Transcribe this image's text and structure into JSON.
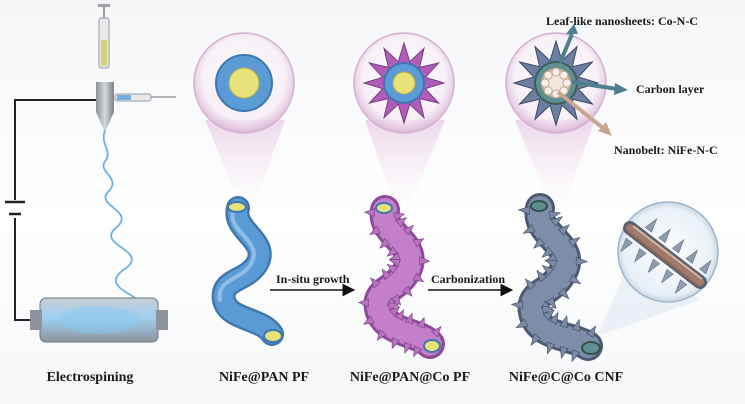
{
  "stages": {
    "electrospinning": "Electrospining",
    "pan_fiber": "NiFe@PAN PF",
    "co_fiber": "NiFe@PAN@Co PF",
    "cnf": "NiFe@C@Co CNF"
  },
  "steps": {
    "growth": "In-situ growth",
    "carbonization": "Carbonization"
  },
  "annotations": {
    "leaf": "Leaf-like nanosheets: Co-N-C",
    "carbon": "Carbon layer",
    "nanobelt": "Nanobelt: NiFe-N-C"
  },
  "colors": {
    "pan_blue": "#5b9bd5",
    "nife_core": "#e8e27a",
    "co_purple": "#b05cb8",
    "cnf_gray": "#6f7f96",
    "arrow_teal": "#4f7f8f"
  }
}
